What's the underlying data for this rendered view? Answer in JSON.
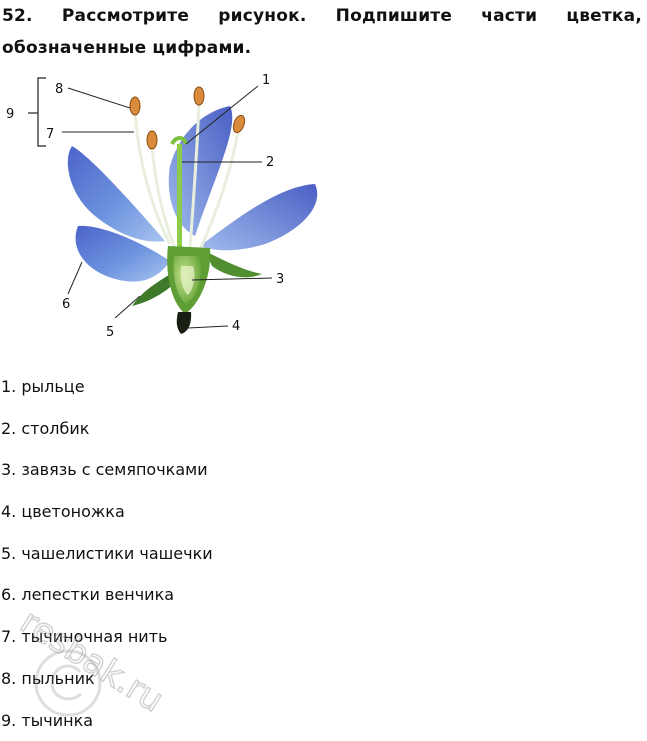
{
  "task": {
    "number": "52.",
    "line1_words": [
      "Рассмотрите",
      "рисунок.",
      "Подпишите",
      "части",
      "цветка,"
    ],
    "line2": "обозначенные цифрами."
  },
  "figure": {
    "labels": [
      "1",
      "2",
      "3",
      "4",
      "5",
      "6",
      "7",
      "8",
      "9"
    ],
    "colors": {
      "petal": "#5a7fd6",
      "petal_light": "#9bb6ee",
      "green": "#7fbf3f",
      "dark_green": "#3f7a2a",
      "anther": "#d98a3a",
      "stalk": "#1a1f14"
    }
  },
  "answers": [
    "1. рыльце",
    "2. столбик",
    "3. завязь с семяпочками",
    "4. цветоножка",
    "5. чашелистики чашечки",
    "6. лепестки венчика",
    "7. тычиночная нить",
    "8. пыльник",
    "9. тычинка"
  ],
  "watermark": {
    "text": "resbak.ru"
  }
}
